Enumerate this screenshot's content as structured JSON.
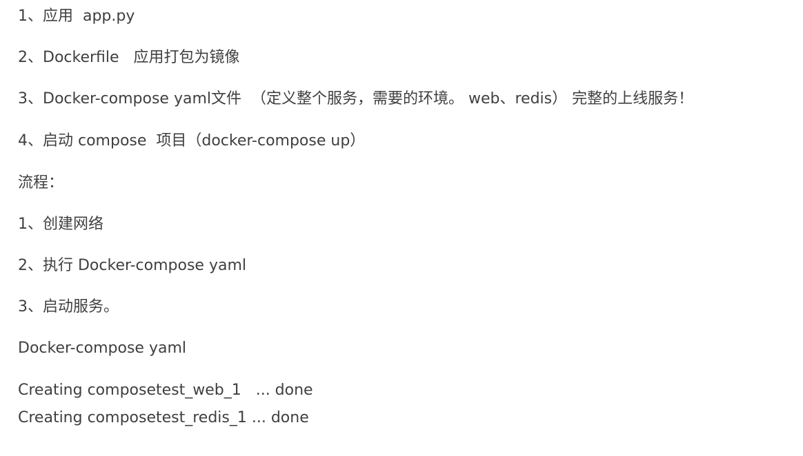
{
  "document": {
    "lines": [
      "1、应用  app.py",
      "2、Dockerfile   应用打包为镜像",
      "3、Docker-compose yaml文件  （定义整个服务，需要的环境。 web、redis） 完整的上线服务！",
      "4、启动 compose  项目（docker-compose up）",
      "流程：",
      "1、创建网络",
      "2、执行 Docker-compose yaml",
      "3、启动服务。",
      "Docker-compose yaml",
      "Creating composetest_web_1   ... done",
      "Creating composetest_redis_1 ... done"
    ]
  }
}
